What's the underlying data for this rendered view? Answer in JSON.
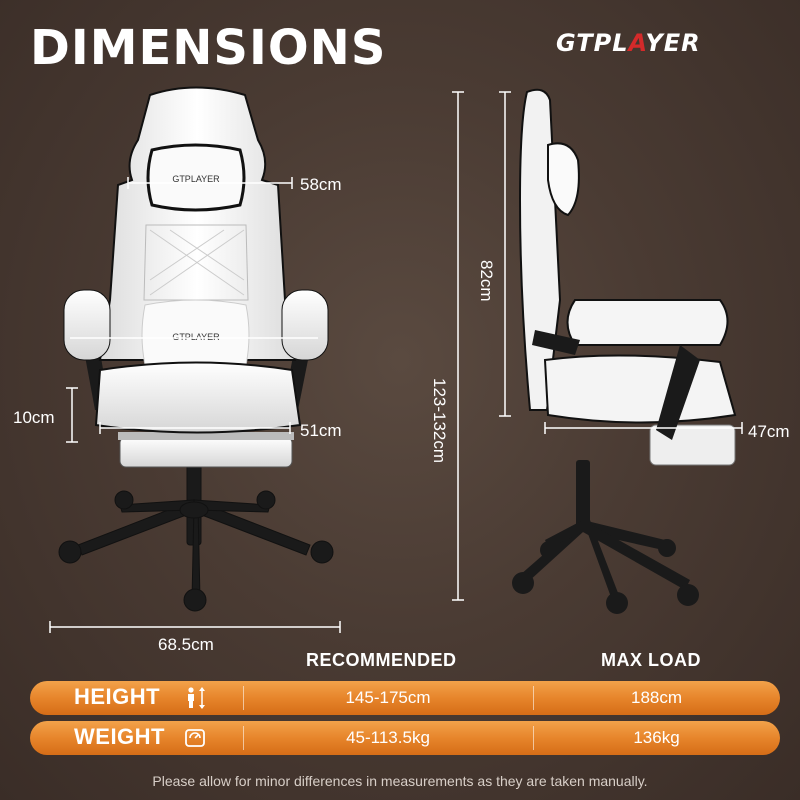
{
  "header": {
    "title": "DIMENSIONS",
    "brand": {
      "part1": "GTPL",
      "part2": "A",
      "part3": "YER"
    }
  },
  "product": {
    "headrest_text": "GTPLAYER",
    "lumbar_text": "GTPLAYER"
  },
  "dimensions": {
    "backrest_width": "58cm",
    "seat_width": "51cm",
    "seat_cushion_thickness": "10cm",
    "base_width": "68.5cm",
    "backrest_height": "82cm",
    "total_height": "123-132cm",
    "seat_depth": "47cm"
  },
  "table": {
    "col_recommended": "RECOMMENDED",
    "col_max_load": "MAX LOAD",
    "rows": [
      {
        "label": "HEIGHT",
        "icon": "person-height-icon",
        "recommended": "145-175cm",
        "max": "188cm"
      },
      {
        "label": "WEIGHT",
        "icon": "scale-icon",
        "recommended": "45-113.5kg",
        "max": "136kg"
      }
    ]
  },
  "disclaimer": "Please allow for minor differences in measurements as they are taken manually.",
  "colors": {
    "bar": "#e7852b",
    "brand_red": "#d42a2a",
    "chair": "#f4f4f4",
    "frame": "#1c1c1c"
  }
}
